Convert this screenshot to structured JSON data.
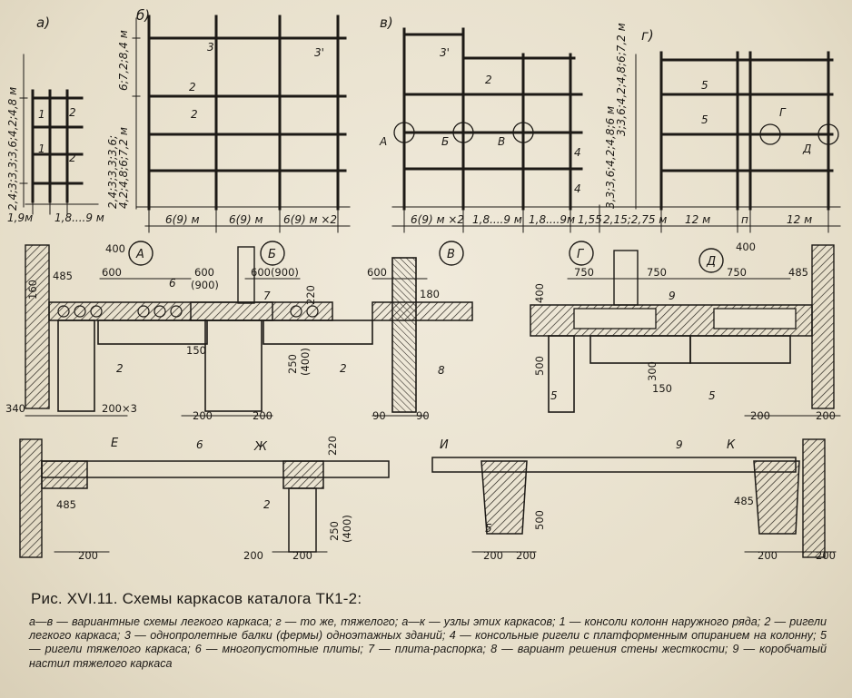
{
  "schemes": {
    "a": {
      "letter": "а)",
      "dim_vertical": "2,4;3;3,3;3,6;4,2;4,8 м",
      "dim_bottom": [
        "1,9м",
        "1,8....9 м"
      ],
      "labels": [
        "1",
        "2",
        "1",
        "2"
      ]
    },
    "b": {
      "letter": "б)",
      "dim_vertical_top": "6;7,2;8,4 м",
      "dim_vertical_bottom": "2,4;3;3,3;3,6;\n4,2;4,8;6;7,2 м",
      "dim_bottom": [
        "6(9) м",
        "6(9) м",
        "6(9) м ×2"
      ],
      "labels": [
        "3",
        "2",
        "2",
        "3'"
      ]
    },
    "v": {
      "letter": "в)",
      "dim_bottom": [
        "6(9) м ×2",
        "1,8....9 м",
        "1,8....9м",
        "1,55"
      ],
      "labels": [
        "3'",
        "2",
        "4",
        "4"
      ],
      "circles": [
        "А",
        "Б",
        "В"
      ]
    },
    "g": {
      "letter": "г)",
      "dim_vertical_top": "3;3,6;4,2;4,8;6;7,2 м",
      "dim_vertical_bottom": "3,3;3,6;4,2;4,8;6 м",
      "dim_bottom": [
        "2,15;2,75 м",
        "12 м",
        "п",
        "12 м"
      ],
      "labels": [
        "5",
        "5",
        "Г"
      ],
      "circles": [
        "Д"
      ]
    }
  },
  "details_top": {
    "node_letters": [
      "А",
      "Б",
      "В",
      "Г",
      "Д"
    ],
    "dims": [
      "400",
      "485",
      "600",
      "160",
      "600",
      "(900)",
      "600(900)",
      "220",
      "600",
      "180",
      "400",
      "750",
      "750",
      "750",
      "400",
      "485",
      "150",
      "250",
      "(400)",
      "500",
      "300",
      "150",
      "340",
      "200×3",
      "200",
      "200",
      "90",
      "90",
      "200",
      "200"
    ],
    "labels": [
      "6",
      "7",
      "2",
      "2",
      "8",
      "9",
      "5",
      "5"
    ]
  },
  "details_bottom": {
    "node_letters": [
      "Е",
      "Ж",
      "И",
      "К"
    ],
    "dims": [
      "220",
      "485",
      "250",
      "(400)",
      "200",
      "200",
      "200",
      "500",
      "485",
      "200",
      "200",
      "200",
      "200"
    ],
    "labels": [
      "6",
      "2",
      "9",
      "5"
    ]
  },
  "caption": {
    "title": "Рис. XVI.11. Схемы каркасов каталога ТК1-2:",
    "body": "а—в — вариантные схемы легкого каркаса; г — то же, тяжелого; а—к — узлы этих каркасов; 1 — консоли колонн наружного ряда; 2 — ригели легкого каркаса; 3 — однопролетные балки (фермы) одноэтажных зданий; 4 — консольные ригели с платформенным опиранием на колонну; 5 — ригели тяжелого каркаса; 6 — многопустотные плиты; 7 — плита-распорка; 8 — вариант решения стены жесткости; 9 — коробчатый настил тяжелого каркаса"
  }
}
